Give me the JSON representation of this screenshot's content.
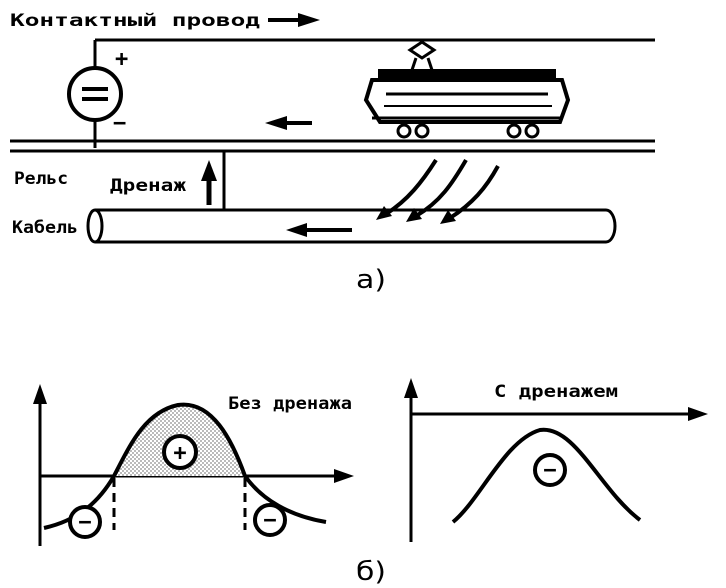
{
  "figure_a": {
    "contact_wire_label": "Контактный провод",
    "source_plus": "+",
    "source_minus": "−",
    "rail_label": "Рельс",
    "drainage_label": "Дренаж",
    "cable_label": "Кабель",
    "caption": "а)"
  },
  "figure_b": {
    "left_title": "Без дренажа",
    "right_title": "С дренажем",
    "plus_sign": "+",
    "minus_sign": "−",
    "caption": "б)"
  },
  "colors": {
    "ink": "#000000",
    "background": "#ffffff",
    "hatch": "#9a9a9a"
  }
}
